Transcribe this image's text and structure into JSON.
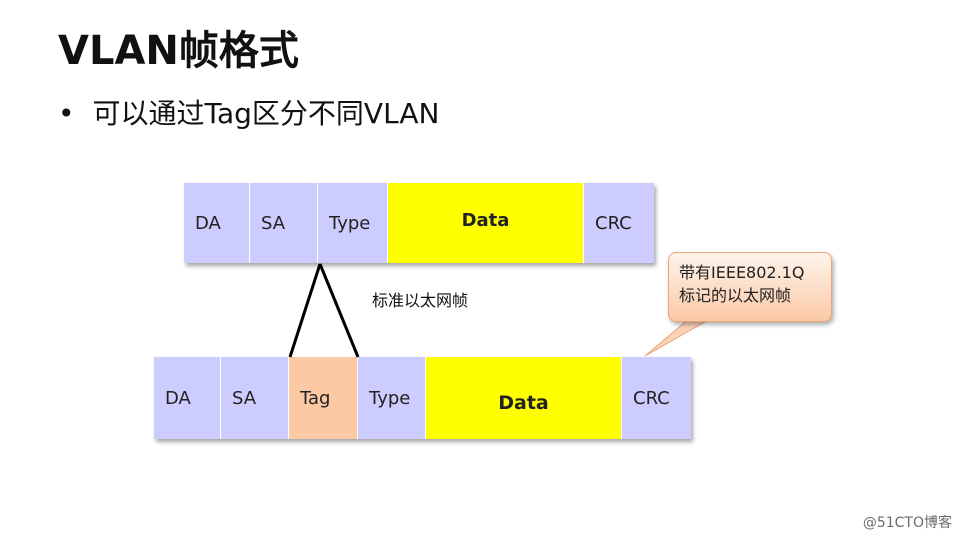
{
  "title": "VLAN帧格式",
  "bullet": {
    "marker": "•",
    "text": "可以通过Tag区分不同VLAN"
  },
  "standard_frame": {
    "fields": [
      {
        "name": "da",
        "label": "DA",
        "color": "#ccccff"
      },
      {
        "name": "sa",
        "label": "SA",
        "color": "#ccccff"
      },
      {
        "name": "type",
        "label": "Type",
        "color": "#ccccff"
      },
      {
        "name": "data",
        "label": "Data",
        "color": "#ffff00"
      },
      {
        "name": "crc",
        "label": "CRC",
        "color": "#ccccff"
      }
    ],
    "label": "标准以太网帧"
  },
  "vlan_frame": {
    "fields": [
      {
        "name": "da",
        "label": "DA",
        "color": "#ccccff"
      },
      {
        "name": "sa",
        "label": "SA",
        "color": "#ccccff"
      },
      {
        "name": "tag",
        "label": "Tag",
        "color": "#fbc9a3"
      },
      {
        "name": "type",
        "label": "Type",
        "color": "#ccccff"
      },
      {
        "name": "data",
        "label": "Data",
        "color": "#ffff00"
      },
      {
        "name": "crc",
        "label": "CRC",
        "color": "#ccccff"
      }
    ]
  },
  "callout": {
    "line1": "带有IEEE802.1Q",
    "line2": "标记的以太网帧"
  },
  "watermark": "@51CTO博客"
}
